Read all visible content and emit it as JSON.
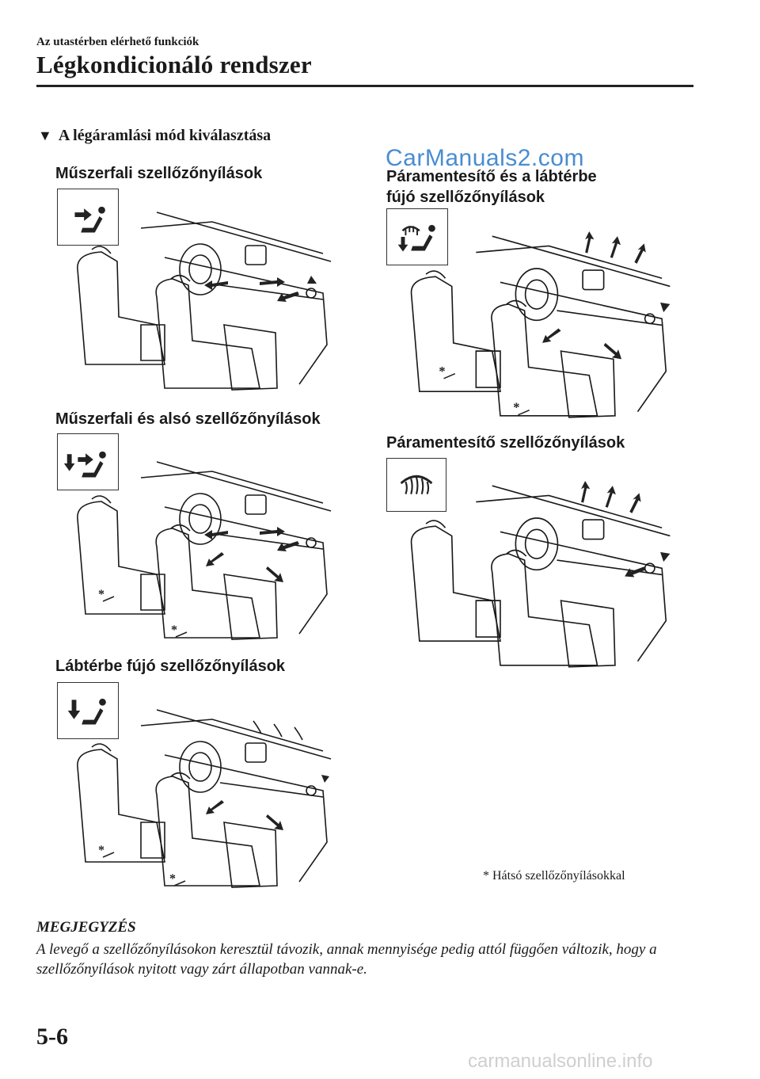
{
  "header": {
    "chapter": "Az utastérben elérhető funkciók",
    "title": "Légkondicionáló rendszer"
  },
  "section": {
    "marker": "▼",
    "title": "A légáramlási mód kiválasztása"
  },
  "modes": [
    {
      "label": "Műszerfali szellőzőnyílások",
      "icon": "face-vent-icon"
    },
    {
      "label": "Műszerfali és alsó szellőzőnyílások",
      "icon": "bi-level-vent-icon"
    },
    {
      "label": "Lábtérbe fújó szellőzőnyílások",
      "icon": "floor-vent-icon"
    },
    {
      "label_line1": "Páramentesítő és a lábtérbe",
      "label_line2": "fújó szellőzőnyílások",
      "icon": "floor-defrost-vent-icon"
    },
    {
      "label": "Páramentesítő szellőzőnyílások",
      "icon": "defroster-vent-icon"
    }
  ],
  "rear_vent_mark": "*",
  "watermark": "CarManuals2.com",
  "footnote": "* Hátsó szellőzőnyílásokkal",
  "note": {
    "title": "MEGJEGYZÉS",
    "text": "A levegő a szellőzőnyílásokon keresztül távozik, annak mennyisége pedig attól függően változik, hogy a szellőzőnyílások nyitott vagy zárt állapotban vannak-e."
  },
  "page_number": "5-6",
  "site": "carmanualsonline.info"
}
